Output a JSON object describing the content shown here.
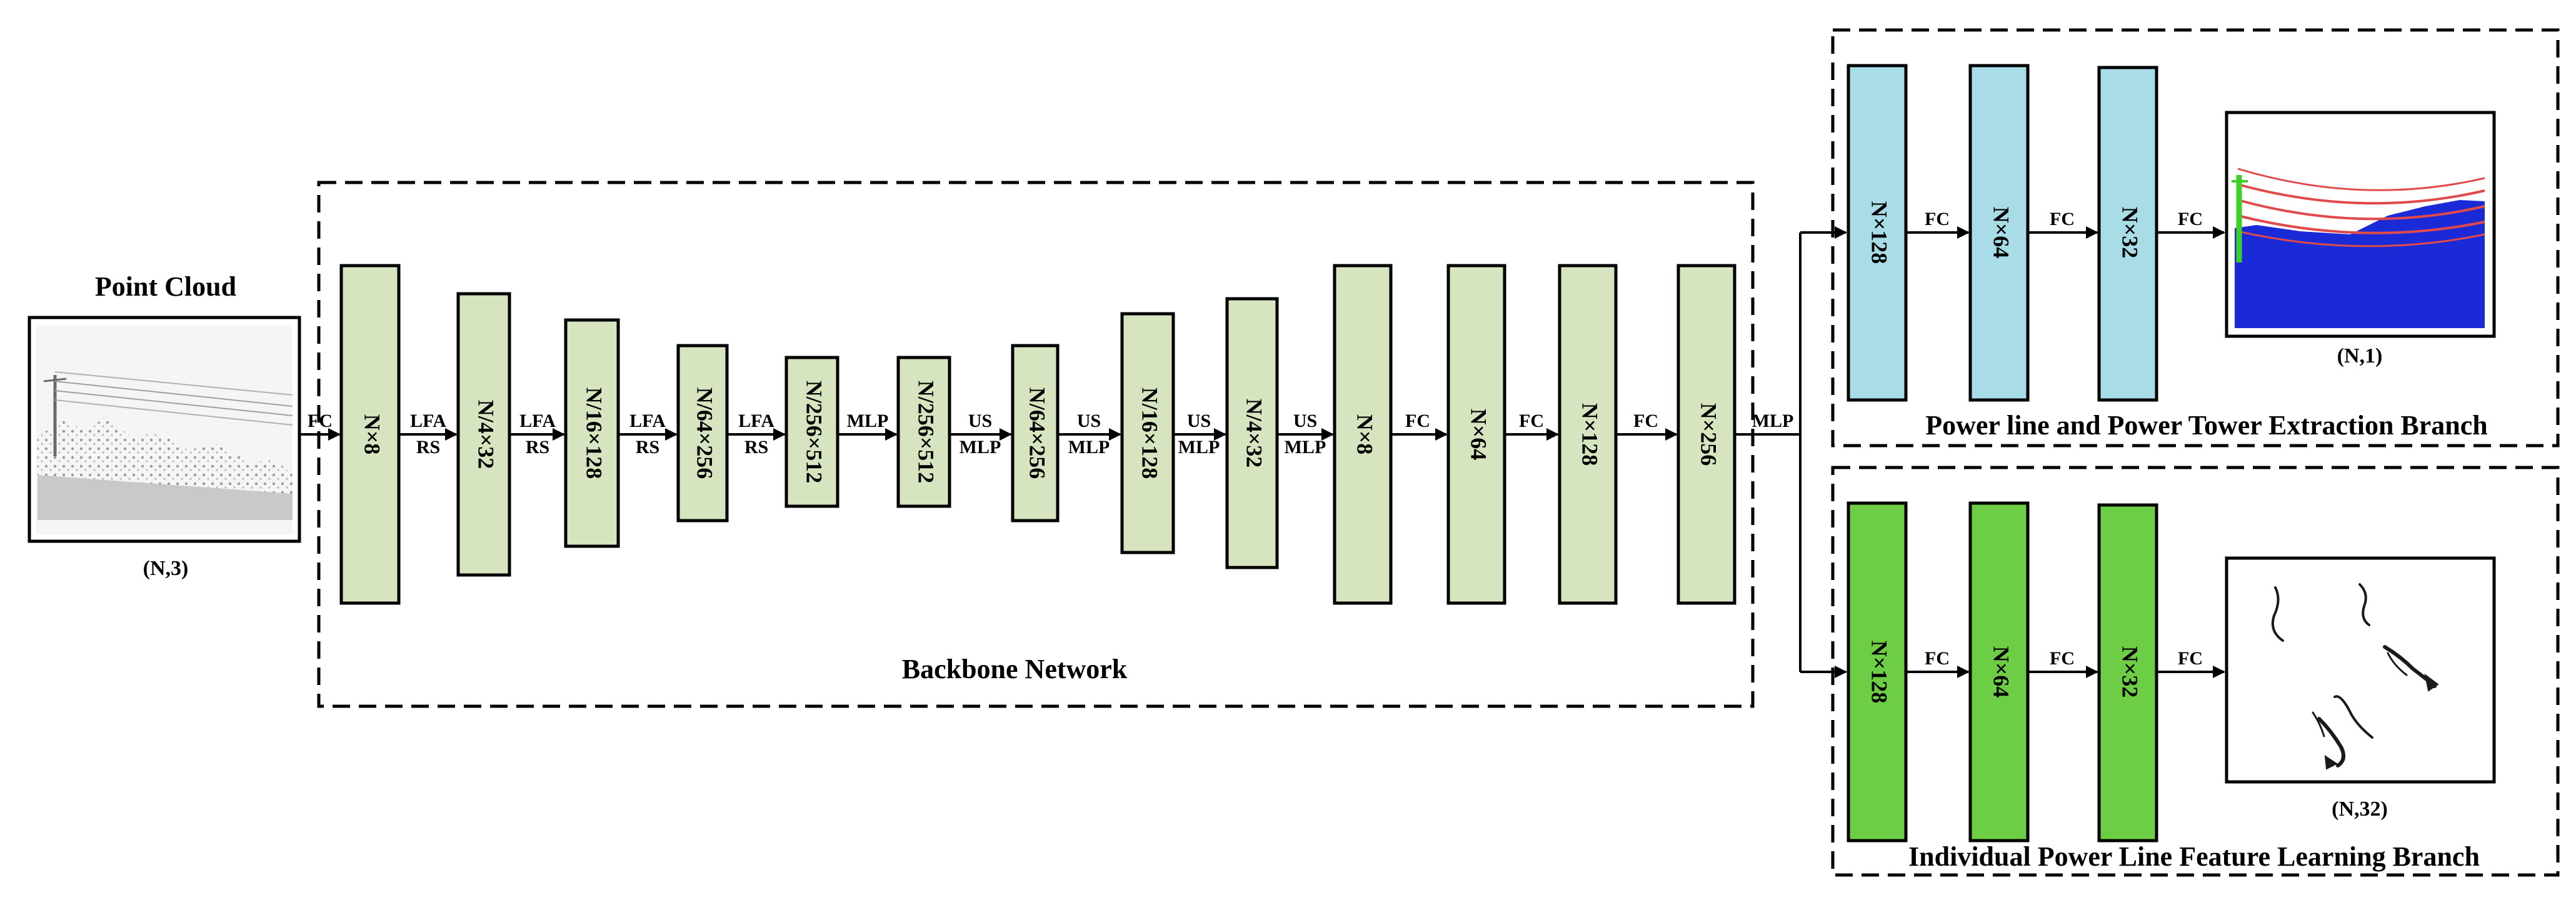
{
  "input": {
    "title": "Point Cloud",
    "shape": "(N,3)"
  },
  "backbone": {
    "title": "Backbone Network",
    "blocks": [
      "N×8",
      "N/4×32",
      "N/16×128",
      "N/64×256",
      "N/256×512",
      "N/256×512",
      "N/64×256",
      "N/16×128",
      "N/4×32",
      "N×8",
      "N×64",
      "N×128",
      "N×256"
    ],
    "connectors": [
      [
        "FC"
      ],
      [
        "LFA",
        "RS"
      ],
      [
        "LFA",
        "RS"
      ],
      [
        "LFA",
        "RS"
      ],
      [
        "LFA",
        "RS"
      ],
      [
        "MLP"
      ],
      [
        "US",
        "MLP"
      ],
      [
        "US",
        "MLP"
      ],
      [
        "US",
        "MLP"
      ],
      [
        "US",
        "MLP"
      ],
      [
        "FC"
      ],
      [
        "FC"
      ],
      [
        "FC"
      ]
    ],
    "output_label": "MLP"
  },
  "branches": [
    {
      "title": "Power line and Power Tower Extraction Branch",
      "blocks": [
        "N×128",
        "N×64",
        "N×32"
      ],
      "connectors": [
        "FC",
        "FC",
        "FC"
      ],
      "output_shape": "(N,1)",
      "color": "#a8dce6"
    },
    {
      "title": "Individual Power Line Feature Learning Branch",
      "blocks": [
        "N×128",
        "N×64",
        "N×32"
      ],
      "connectors": [
        "FC",
        "FC",
        "FC"
      ],
      "output_shape": "(N,32)",
      "color": "#6dcd45"
    }
  ],
  "colors": {
    "backbone_block": "#d6e4bf",
    "segmentation_red": "#e04a4a",
    "segmentation_blue": "#1a2ad6",
    "segmentation_green": "#3fcf2a"
  }
}
